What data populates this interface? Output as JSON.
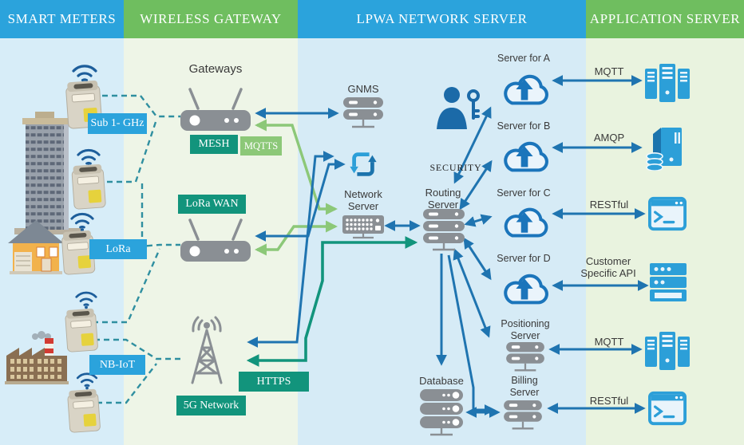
{
  "header": {
    "smart_meters": "SMART METERS",
    "wireless_gateway": "WIRELESS GATEWAY",
    "lpwa_network_server": "LPWA NETWORK SERVER",
    "application_server": "APPLICATION SERVER"
  },
  "smart_meters": {
    "sub1ghz": "Sub 1- GHz",
    "lora": "LoRa",
    "nbiot": "NB-IoT"
  },
  "wireless_gateway": {
    "gateways_title": "Gateways",
    "mesh": "MESH",
    "mqtts": "MQTTS",
    "lora_wan": "LoRa WAN",
    "https": "HTTPS",
    "fiveg_network": "5G Network"
  },
  "lpwa_server": {
    "gnms": "GNMS",
    "security": "SECURITY",
    "network_server": "Network Server",
    "routing_server": "Routing Server",
    "server_a": "Server for A",
    "server_b": "Server for B",
    "server_c": "Server for C",
    "server_d": "Server for D",
    "positioning_server": "Positioning Server",
    "database": "Database",
    "billing_server": "Billing Server"
  },
  "application_server": {
    "mqtt_a": "MQTT",
    "amqp_b": "AMQP",
    "restful_c": "RESTful",
    "custom_api_d": "Customer Specific API",
    "mqtt_positioning": "MQTT",
    "restful_billing": "RESTful"
  },
  "colors": {
    "header_blue": "#2BA3DC",
    "header_green": "#6FBE5F",
    "label_blue": "#2BA3DC",
    "label_teal": "#12947C",
    "label_light_green": "#8CC878",
    "arrow_blue": "#1F74B0",
    "arrow_teal": "#12947C",
    "arrow_light_green": "#8CC878",
    "dashed_teal": "#2F8FA0",
    "icon_gray": "#8A8F94",
    "cloud_blue": "#1B75BB",
    "app_icon_blue": "#2C9FD8"
  }
}
